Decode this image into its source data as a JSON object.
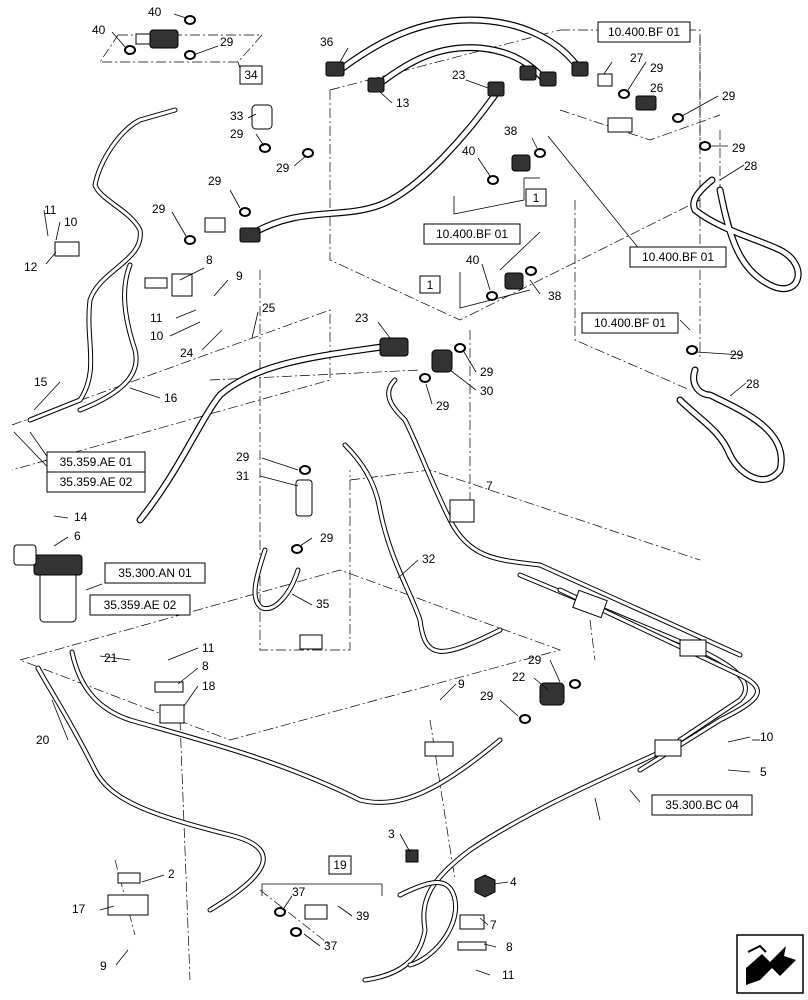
{
  "diagram": {
    "callouts": [
      "1",
      "2",
      "3",
      "4",
      "5",
      "6",
      "7",
      "8",
      "9",
      "10",
      "11",
      "12",
      "13",
      "14",
      "15",
      "16",
      "17",
      "18",
      "19",
      "20",
      "21",
      "22",
      "23",
      "24",
      "25",
      "26",
      "27",
      "28",
      "29",
      "30",
      "31",
      "32",
      "33",
      "34",
      "35",
      "36",
      "37",
      "38",
      "39",
      "40"
    ],
    "boxed_numbers": {
      "b34": "34",
      "b1a": "1",
      "b1b": "1",
      "b19": "19"
    },
    "references": {
      "ref_bf01_top": "10.400.BF 01",
      "ref_bf01_right": "10.400.BF 01",
      "ref_bf01_mid": "10.400.BF 01",
      "ref_bf01_low": "10.400.BF 01",
      "ref_ae01": "35.359.AE 01",
      "ref_ae02a": "35.359.AE 02",
      "ref_an01": "35.300.AN 01",
      "ref_ae02b": "35.359.AE 02",
      "ref_bc04": "35.300.BC 04"
    },
    "nav_icon": "next-page-arrow-icon"
  }
}
